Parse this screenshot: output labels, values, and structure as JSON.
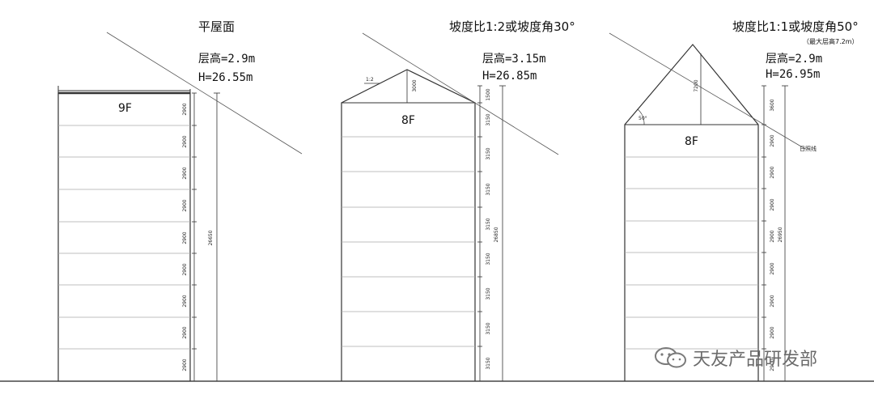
{
  "diagrams": [
    {
      "title": "平屋面",
      "floor_height": "层高=2.9m",
      "total_height": "H=26.55m",
      "top_floor": "9F",
      "dims": [
        "2900",
        "2900",
        "2900",
        "2900",
        "2900",
        "2900",
        "2900",
        "2900",
        "2900"
      ],
      "total_dim": "26650"
    },
    {
      "title": "坡度比1:2或坡度角30°",
      "floor_height": "层高=3.15m",
      "total_height": "H=26.85m",
      "top_floor": "8F",
      "slope_label": "1:2",
      "roof_dim": "1500",
      "ridge_dim": "3000",
      "dims": [
        "3150",
        "3150",
        "3150",
        "3150",
        "3150",
        "3150",
        "3150",
        "3150"
      ],
      "total_dim": "26850"
    },
    {
      "title": "坡度比1:1或坡度角50°",
      "note": "（最大层高7.2m）",
      "floor_height": "层高=2.9m",
      "total_height": "H=26.95m",
      "top_floor": "8F",
      "angle_label": "50°",
      "roof_dim": "3600",
      "ridge_dim": "7200",
      "dims": [
        "2900",
        "2900",
        "2900",
        "2900",
        "2900",
        "2900",
        "2900",
        "2900"
      ],
      "total_dim": "26950"
    }
  ],
  "sun_line_label": "日照线",
  "watermark": "天友产品研发部"
}
